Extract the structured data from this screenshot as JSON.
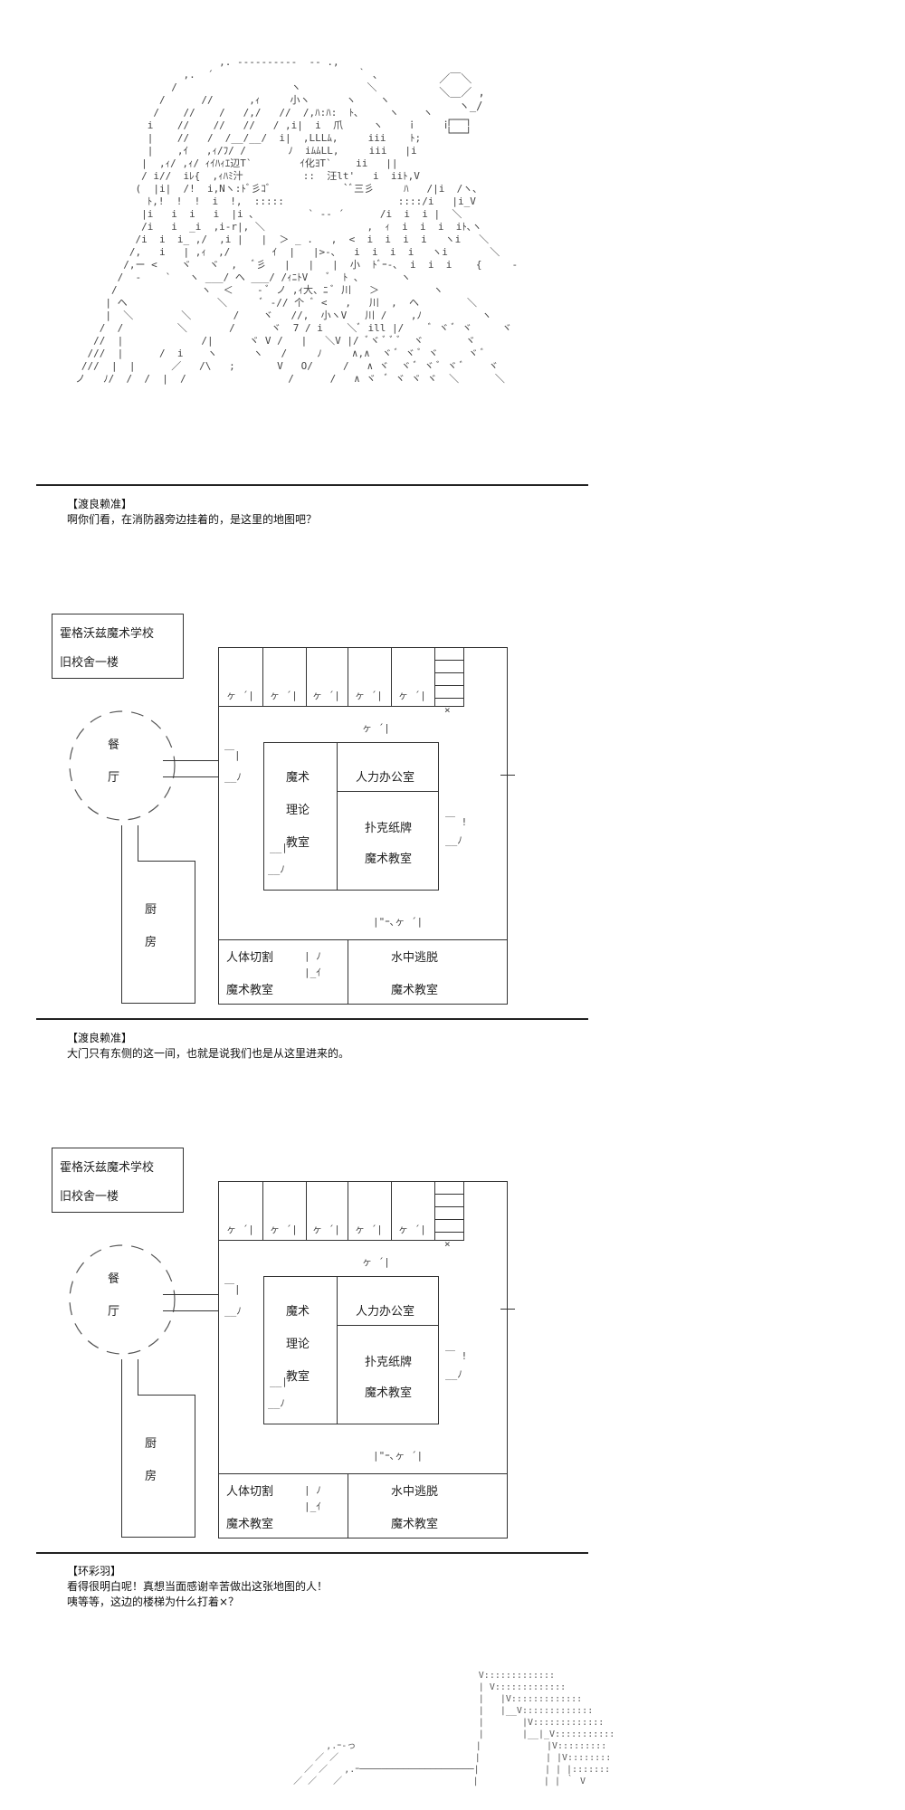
{
  "map": {
    "title_line1": "霍格沃兹魔术学校",
    "title_line2": "旧校舍一楼",
    "dining_char1": "餐",
    "dining_char2": "厅",
    "kitchen_char1": "厨",
    "kitchen_char2": "房",
    "room_magic_theory_1": "魔术",
    "room_magic_theory_2": "理论",
    "room_magic_theory_3": "教室",
    "room_hr_office": "人力办公室",
    "room_poker_1": "扑克纸牌",
    "room_poker_2": "魔术教室",
    "room_body_cut_1": "人体切割",
    "room_body_cut_2": "魔术教室",
    "room_underwater_1": "水中逃脱",
    "room_underwater_2": "魔术教室",
    "door_mark": "ヶ ´|",
    "door_mark_bottom": "|\"ｰ､ヶ ´|",
    "stairs_x": "×"
  },
  "dialogue": [
    {
      "speaker": "【渡良赖准】",
      "lines": [
        "啊你们看，在消防器旁边挂着的，是这里的地图吧？"
      ]
    },
    {
      "speaker": "【渡良赖准】",
      "lines": [
        "大门只有东侧的这一间，也就是说我们也是从这里进来的。"
      ]
    },
    {
      "speaker": "【环彩羽】",
      "lines": [
        "看得很明白呢！真想当面感谢辛苦做出这张地图的人！",
        "咦等等，这边的楼梯为什么打着×？"
      ]
    }
  ]
}
